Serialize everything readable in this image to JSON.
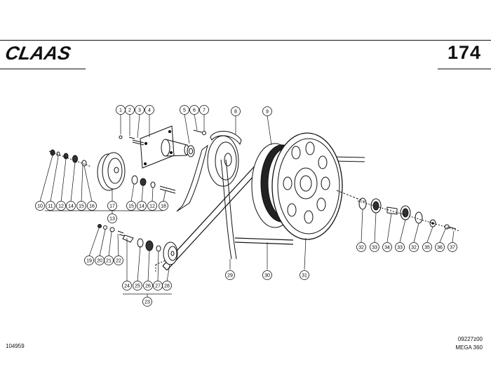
{
  "header": {
    "brand": "CLAAS",
    "page_number": "174"
  },
  "footer": {
    "drawing_number": "104959",
    "doc_code": "09227z00",
    "model": "MEGA 360"
  },
  "callouts": [
    "1",
    "2",
    "3",
    "4",
    "5",
    "6",
    "7",
    "8",
    "9",
    "10",
    "11",
    "12",
    "14",
    "15",
    "16",
    "17",
    "15",
    "14",
    "12",
    "18",
    "13",
    "19",
    "20",
    "21",
    "22",
    "24",
    "25",
    "26",
    "27",
    "28",
    "23",
    "29",
    "30",
    "31",
    "32",
    "33",
    "34",
    "33",
    "32",
    "35",
    "36",
    "37"
  ]
}
